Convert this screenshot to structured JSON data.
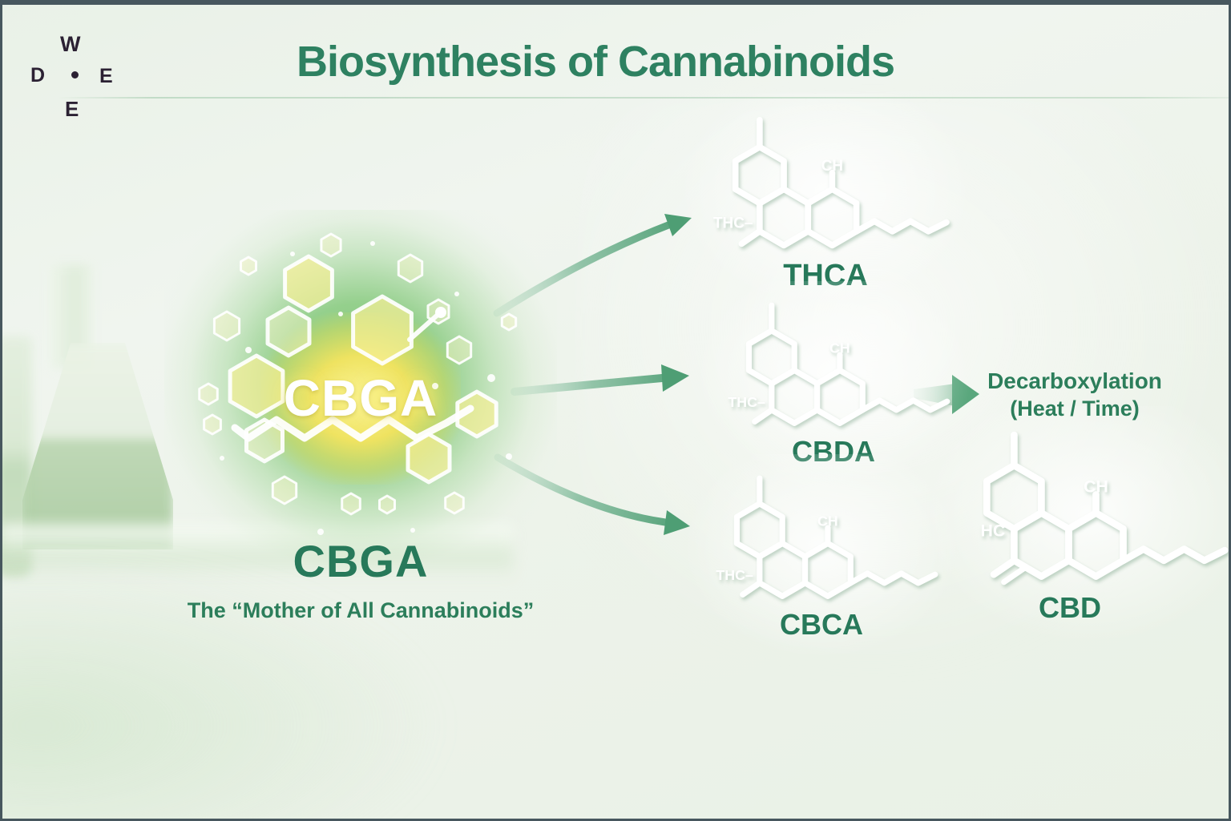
{
  "logo": {
    "top": "W",
    "left": "D",
    "right": "E",
    "bottom": "E"
  },
  "header": {
    "title": "Biosynthesis of Cannabinoids"
  },
  "cluster": {
    "label": "CBGA"
  },
  "caption": {
    "title": "CBGA",
    "subtitle": "The “Mother of All Cannabinoids”"
  },
  "molecules": [
    {
      "id": "thca",
      "name": "THCA",
      "atom_top": "CH",
      "atom_left": "THC–"
    },
    {
      "id": "cbda",
      "name": "CBDA",
      "atom_top": "CH",
      "atom_left": "THC–"
    },
    {
      "id": "cbca",
      "name": "CBCA",
      "atom_top": "CH",
      "atom_left": "THC–"
    },
    {
      "id": "cbd",
      "name": "CBD",
      "atom_top": "CH",
      "atom_left": "HC"
    }
  ],
  "process": {
    "line1": "Decarboxylation",
    "line2": "(Heat / Time)"
  },
  "colors": {
    "title_green": "#2E8161",
    "label_green": "#27795A",
    "arrow_green": "#4E9E74",
    "glow_yellow": "#F5E45F",
    "glow_green": "#78C36E",
    "molecule_white": "#FFFFFF",
    "frame_dark": "#47575E",
    "logo_dark": "#2B2133",
    "background_light": "#EDF3EC"
  }
}
